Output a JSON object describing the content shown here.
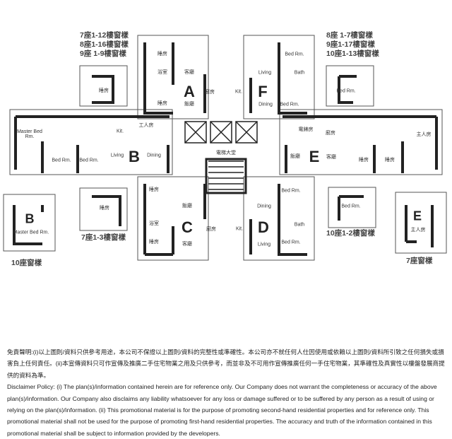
{
  "notes": {
    "left_top": [
      "7座1-12樓窗樣",
      "8座1-16樓窗樣",
      "9座 1-9樓窗樣"
    ],
    "right_top": [
      "8座 1-7樓窗樣",
      "9座1-17樓窗樣",
      "10座1-13樓窗樣"
    ],
    "left_bottom": "10座窗樣",
    "mid_left_bottom": "7座1-3樓窗樣",
    "mid_right_bottom": "10座1-2樓窗樣",
    "right_bottom": "7座窗樣"
  },
  "units": {
    "A": "A",
    "B": "B",
    "C": "C",
    "D": "D",
    "E": "E",
    "F": "F"
  },
  "rooms": {
    "a_bed1": "睡房",
    "a_bath": "浴室",
    "a_bed2": "睡房",
    "a_living": "客廳",
    "a_dining": "飯廳",
    "a_kitchen": "廚房",
    "f_bed1": "Bed Rm.",
    "f_bath": "Bath",
    "f_living": "Living",
    "f_kit": "Kit.",
    "f_dining": "Dining",
    "f_bed2": "Bed Rm.",
    "bay_left_top": "睡房",
    "bay_right_top": "Bed Rm.",
    "b_master": "Master Bed Rm.",
    "b_kit": "Kit.",
    "b_store": "工人房",
    "b_living": "Living",
    "b_dining": "Dining",
    "b_bed1": "Bed Rm.",
    "b_bed2": "Bed Rm.",
    "lift_lobby": "電梯大堂",
    "e_meter": "電錶房",
    "e_kitchen": "廚房",
    "e_master": "主人房",
    "e_dining": "飯廳",
    "e_living": "客廳",
    "e_bed1": "睡房",
    "e_bed2": "睡房",
    "c_bed1": "睡房",
    "c_dining": "飯廳",
    "c_kitchen": "廚房",
    "c_bath": "浴室",
    "c_bed2": "睡房",
    "c_living": "客廳",
    "d_bed1": "Bed Rm.",
    "d_dining": "Dining",
    "d_bath": "Bath",
    "d_kit": "Kit.",
    "d_living": "Living",
    "d_bed2": "Bed Rm.",
    "bay_b_master": "Master Bed Rm.",
    "bay_mid_left": "睡房",
    "bay_mid_right": "Bed Rm.",
    "bay_e_master": "主人房"
  },
  "disclaimer": {
    "zh": "免責聲明:(i)以上圖則/資料只供參考用途，本公司不保證以上圖則/資料的完整性或準確性。本公司亦不就任何人仕因使用或依賴以上圖則/資料所引致之任何損失或損害負上任何責任。(ii)本宣傳資料只可作宣傳及推廣二手住宅物業之用及只供參考，而並非及不可用作宣傳推廣任何一手住宅物業，其準確性及真實性以樓盤發展商提供的資料為準。",
    "en": "Disclaimer Policy: (i) The plan(s)/information contained herein are for reference only. Our Company does not warrant the completeness or accuracy of the above plan(s)/information. Our Company also disclaims any liability whatsoever for any loss or damage suffered or to be suffered by any person as a result of using or relying on the plan(s)/information. (ii) This promotional material is for the purpose of promoting second-hand residential properties and for reference only. This promotional material shall not be used for the purpose of promoting first-hand residential properties. The accuracy and truth of the information contained in this promotional material shall be subject to information provided by the developers."
  }
}
